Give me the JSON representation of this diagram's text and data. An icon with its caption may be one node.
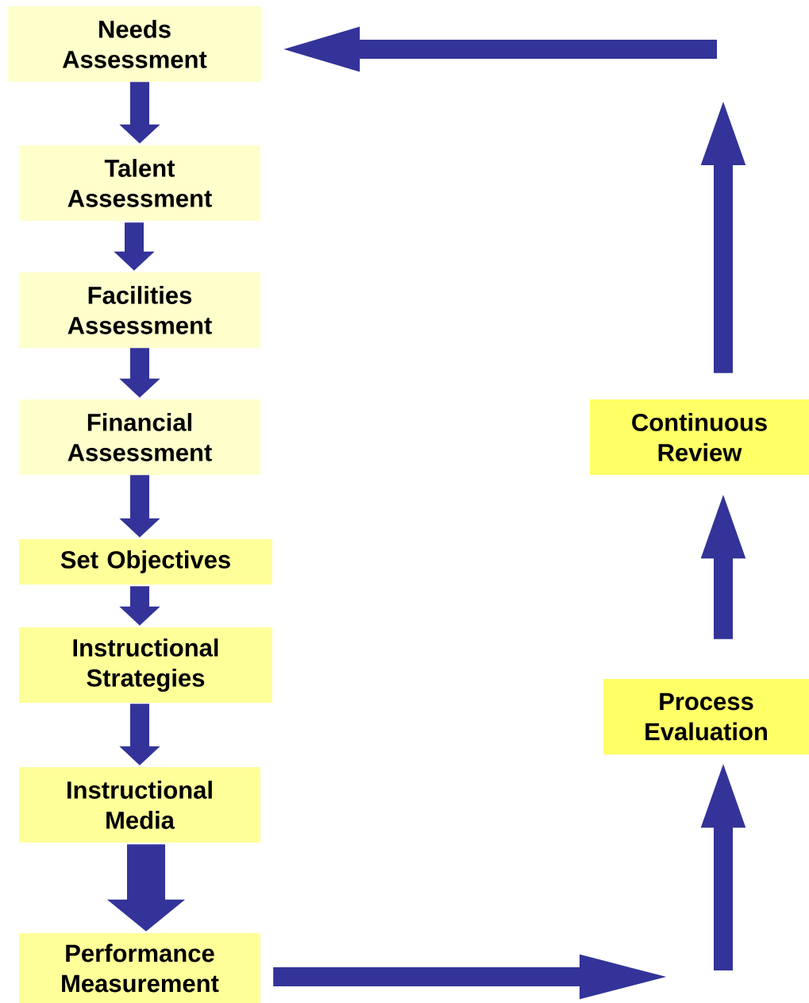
{
  "diagram": {
    "nodes": [
      {
        "text": [
          "Needs Assessment"
        ]
      },
      {
        "text": [
          "Talent Assessment"
        ]
      },
      {
        "text": [
          "Facilities Assessment"
        ]
      },
      {
        "text": [
          "Financial Assessment"
        ]
      },
      {
        "text": [
          "Set Objectives"
        ]
      },
      {
        "text": [
          "Instructional Strategies"
        ]
      },
      {
        "text": [
          "Instructional Media"
        ]
      },
      {
        "text": [
          "Performance Measurement"
        ]
      },
      {
        "text": [
          "Process Evaluation"
        ]
      },
      {
        "text": [
          "Continuous Review"
        ]
      }
    ],
    "edges": [
      {
        "from": 0,
        "to": 1,
        "arrow": "to"
      },
      {
        "from": 1,
        "to": 2,
        "arrow": "to"
      },
      {
        "from": 2,
        "to": 3,
        "arrow": "to"
      },
      {
        "from": 3,
        "to": 4,
        "arrow": "to"
      },
      {
        "from": 4,
        "to": 5,
        "arrow": "to"
      },
      {
        "from": 5,
        "to": 6,
        "arrow": "to"
      },
      {
        "from": 6,
        "to": 7,
        "arrow": "to",
        "style": "thick"
      },
      {
        "from": 7,
        "to": null,
        "arrow": "to"
      },
      {
        "from": null,
        "to": 8,
        "arrow": "to"
      },
      {
        "from": 8,
        "to": 9,
        "arrow": "to"
      },
      {
        "from": 9,
        "to": null,
        "arrow": "to"
      },
      {
        "from": null,
        "to": 0,
        "arrow": "to"
      }
    ]
  }
}
